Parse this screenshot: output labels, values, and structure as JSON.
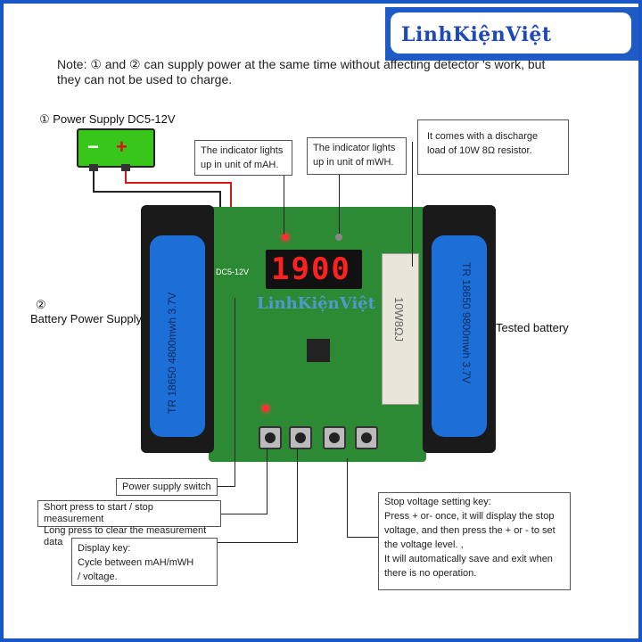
{
  "brand": {
    "logo": "LinhKiệnViệt",
    "watermark": "LinhKiệnViệt"
  },
  "note": {
    "line1": "Note: ① and ② can supply power at the same time without affecting detector 's work, but",
    "line2": "they can not be used to charge."
  },
  "labels": {
    "power_supply": "① Power Supply DC5-12V",
    "battery_num": "②",
    "battery_supply": "Battery Power Supply",
    "tested_battery": "Tested battery"
  },
  "psu": {
    "minus": "−",
    "plus": "+"
  },
  "callouts": {
    "mah": [
      "The indicator lights",
      "up in unit of mAH."
    ],
    "mwh": [
      "The indicator lights",
      "up in unit of mWH."
    ],
    "discharge": [
      "It comes with a discharge",
      "load of 10W 8Ω resistor."
    ],
    "switch": "Power supply switch",
    "start": [
      "Short press to start / stop measurement",
      "Long press to clear the measurement data"
    ],
    "display": [
      "Display key:",
      "Cycle between mAH/mWH",
      "/ voltage."
    ],
    "stop": [
      "Stop voltage setting key:",
      "Press + or- once, it will display the stop",
      "voltage, and then press the + or - to set",
      "the voltage level. ,",
      " It will automatically save and exit when",
      " there is no operation."
    ]
  },
  "board": {
    "display_value": "1900",
    "resistor_label": "10W8ΩJ",
    "left_cell": "TR 18650 4800mwh 3.7V",
    "right_cell": "TR 18650 9800mwh 3.7V",
    "dc_label": "DC5-12V"
  },
  "colors": {
    "frame": "#1857c5",
    "board": "#2d8a34",
    "cell": "#1c6fd6",
    "digit": "#ff2020",
    "psu": "#39c61a"
  }
}
